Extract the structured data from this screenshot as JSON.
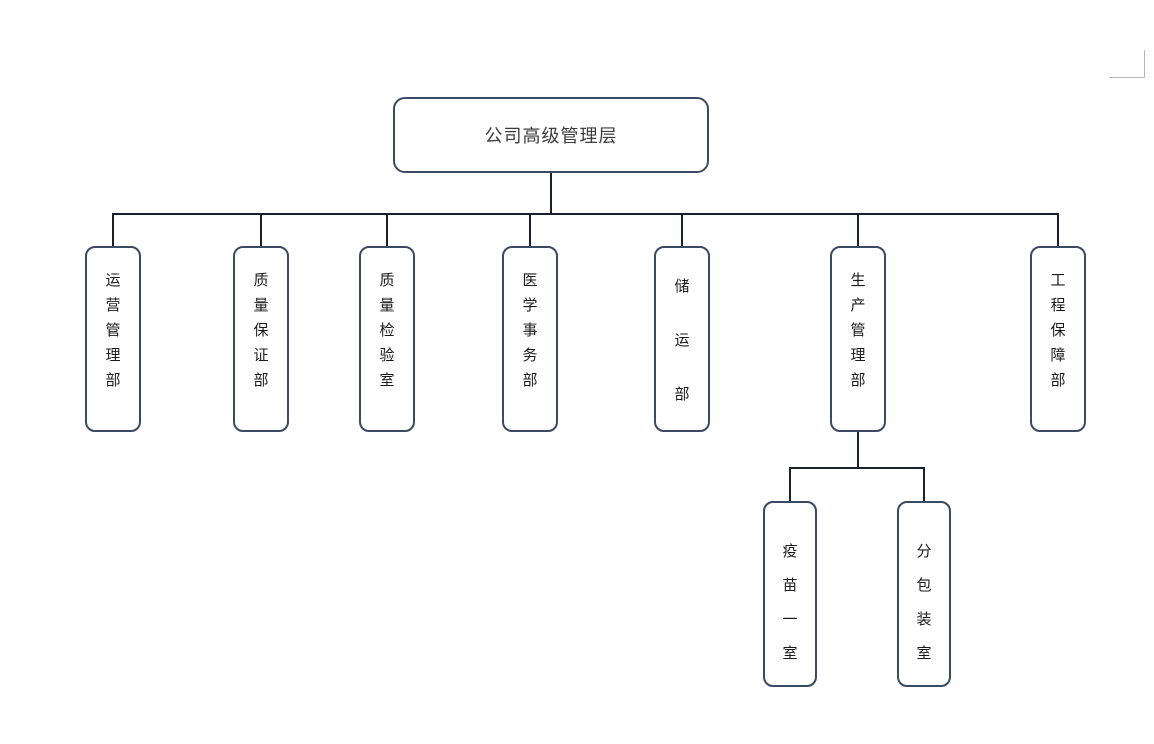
{
  "diagram": {
    "type": "organization-chart",
    "orientation": "top-down",
    "background_color": "#ffffff",
    "box_border_color": "#3b4a63",
    "connector_color": "#18202e",
    "guide_mark_color": "#b8b8b8",
    "root": {
      "id": "root",
      "label": "公司高级管理层",
      "label_orientation": "horizontal"
    },
    "departments": [
      {
        "id": "dept-operations",
        "label": "运营管理部",
        "label_orientation": "vertical"
      },
      {
        "id": "dept-qa",
        "label": "质量保证部",
        "label_orientation": "vertical"
      },
      {
        "id": "dept-qc-lab",
        "label": "质量检验室",
        "label_orientation": "vertical"
      },
      {
        "id": "dept-medical",
        "label": "医学事务部",
        "label_orientation": "vertical"
      },
      {
        "id": "dept-logistics",
        "label": "储运部",
        "label_orientation": "vertical"
      },
      {
        "id": "dept-production",
        "label": "生产管理部",
        "label_orientation": "vertical"
      },
      {
        "id": "dept-engineering",
        "label": "工程保障部",
        "label_orientation": "vertical"
      }
    ],
    "sub_departments": [
      {
        "id": "sub-vaccine-room-1",
        "label": "疫苗一室",
        "label_orientation": "vertical",
        "parent": "dept-production"
      },
      {
        "id": "sub-packaging-room",
        "label": "分包装室",
        "label_orientation": "vertical",
        "parent": "dept-production"
      }
    ]
  }
}
